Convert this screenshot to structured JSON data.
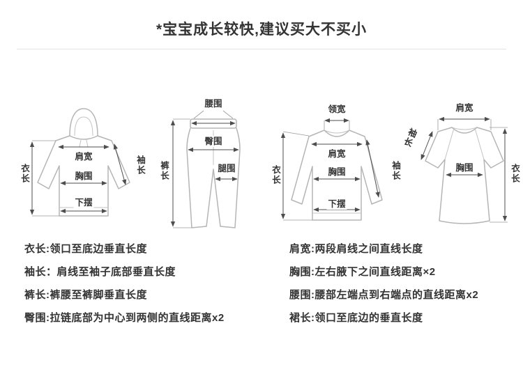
{
  "page": {
    "title": "*宝宝成长较快,建议买大不买小"
  },
  "diagrams": {
    "hoodie": {
      "labels": {
        "garment_length": "衣长",
        "shoulder_width": "肩宽",
        "chest": "胸围",
        "hem": "下摆",
        "sleeve_length": "袖长"
      }
    },
    "pants": {
      "labels": {
        "waist": "腰围",
        "hip": "臀围",
        "pants_length": "裤长",
        "thigh": "腿围"
      }
    },
    "long_tee": {
      "labels": {
        "collar_width": "领宽",
        "shoulder_width": "肩宽",
        "chest": "胸围",
        "hem": "下摆",
        "garment_length": "衣长",
        "sleeve_length": "袖长"
      }
    },
    "short_tee": {
      "labels": {
        "shoulder_width": "肩宽",
        "sleeve_length": "袖长",
        "chest": "胸围",
        "garment_length": "衣长"
      }
    }
  },
  "definitions": {
    "left": [
      "衣长:领口至底边垂直长度",
      "袖长：肩线至袖子底部垂直长度",
      "裤长:裤腰至裤脚垂直长度",
      "臀围:拉链底部为中心到两侧的直线距离x2"
    ],
    "right": [
      "肩宽:两段肩线之间直线长度",
      "胸围:左右腋下之间直线距离×2",
      "腰围:腰部左端点到右端点的直线距离x2",
      "裙长:领口至底边的垂直长度"
    ]
  },
  "colors": {
    "text": "#333333",
    "outline": "#b5b5b5",
    "measure": "#4d4d4d",
    "divider": "#e3e3e3"
  }
}
